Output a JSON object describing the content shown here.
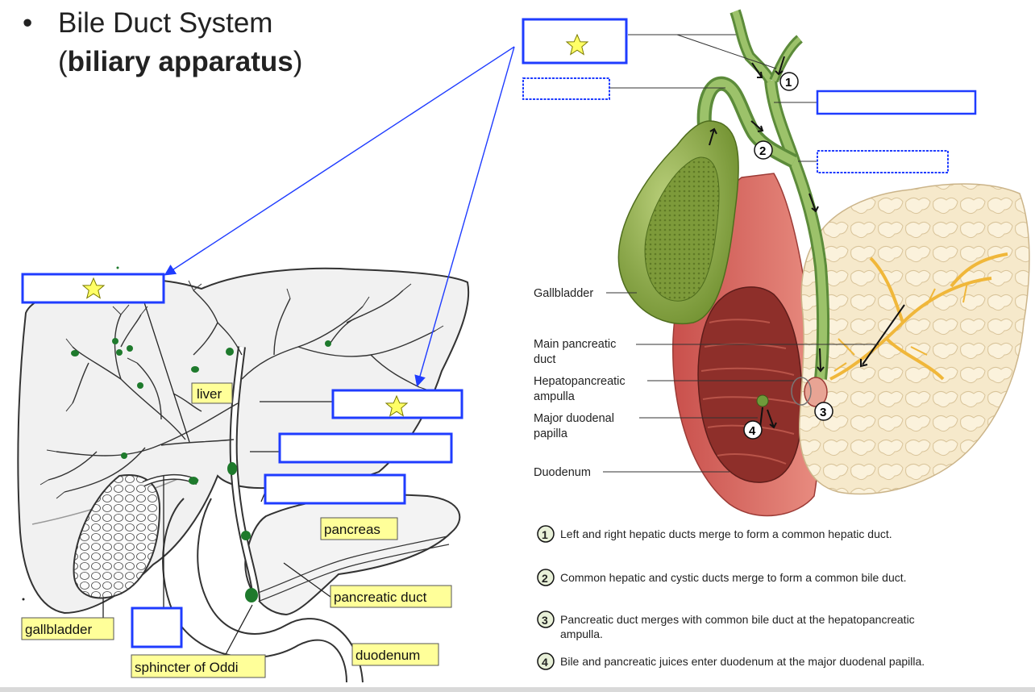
{
  "title": {
    "bullet": "•",
    "line1": "Bile Duct System",
    "open_paren": "(",
    "bold": "biliary apparatus",
    "close_paren": ")"
  },
  "left_diagram": {
    "labels": {
      "liver": "liver",
      "pancreas": "pancreas",
      "pancreatic_duct": "pancreatic duct",
      "gallbladder": "gallbladder",
      "duodenum": "duodenum",
      "sphincter": "sphincter of Oddi"
    }
  },
  "right_diagram": {
    "labels": {
      "gallbladder": "Gallbladder",
      "main_pancreatic_1": "Main pancreatic",
      "main_pancreatic_2": "duct",
      "hepatopancreatic_1": "Hepatopancreatic",
      "hepatopancreatic_2": "ampulla",
      "major_duodenal_1": "Major duodenal",
      "major_duodenal_2": "papilla",
      "duodenum": "Duodenum"
    },
    "steps": [
      {
        "num": "1",
        "lines": [
          "Left and right hepatic ducts merge to form a common hepatic duct."
        ]
      },
      {
        "num": "2",
        "lines": [
          "Common hepatic and cystic ducts merge to form a common bile duct."
        ]
      },
      {
        "num": "3",
        "lines": [
          "Pancreatic duct merges with common bile duct at the hepatopancreatic",
          "ampulla."
        ]
      },
      {
        "num": "4",
        "lines": [
          "Bile and pancreatic juices enter duodenum at the major duodenal papilla."
        ]
      }
    ]
  },
  "colors": {
    "box_blue": "#1f3cff",
    "label_yellow": "#ffff99",
    "star_fill": "#ffff66",
    "gallbladder_green": "#8aab4a",
    "duodenum_red": "#c84a45",
    "pancreas_cream": "#f3e2c0"
  }
}
